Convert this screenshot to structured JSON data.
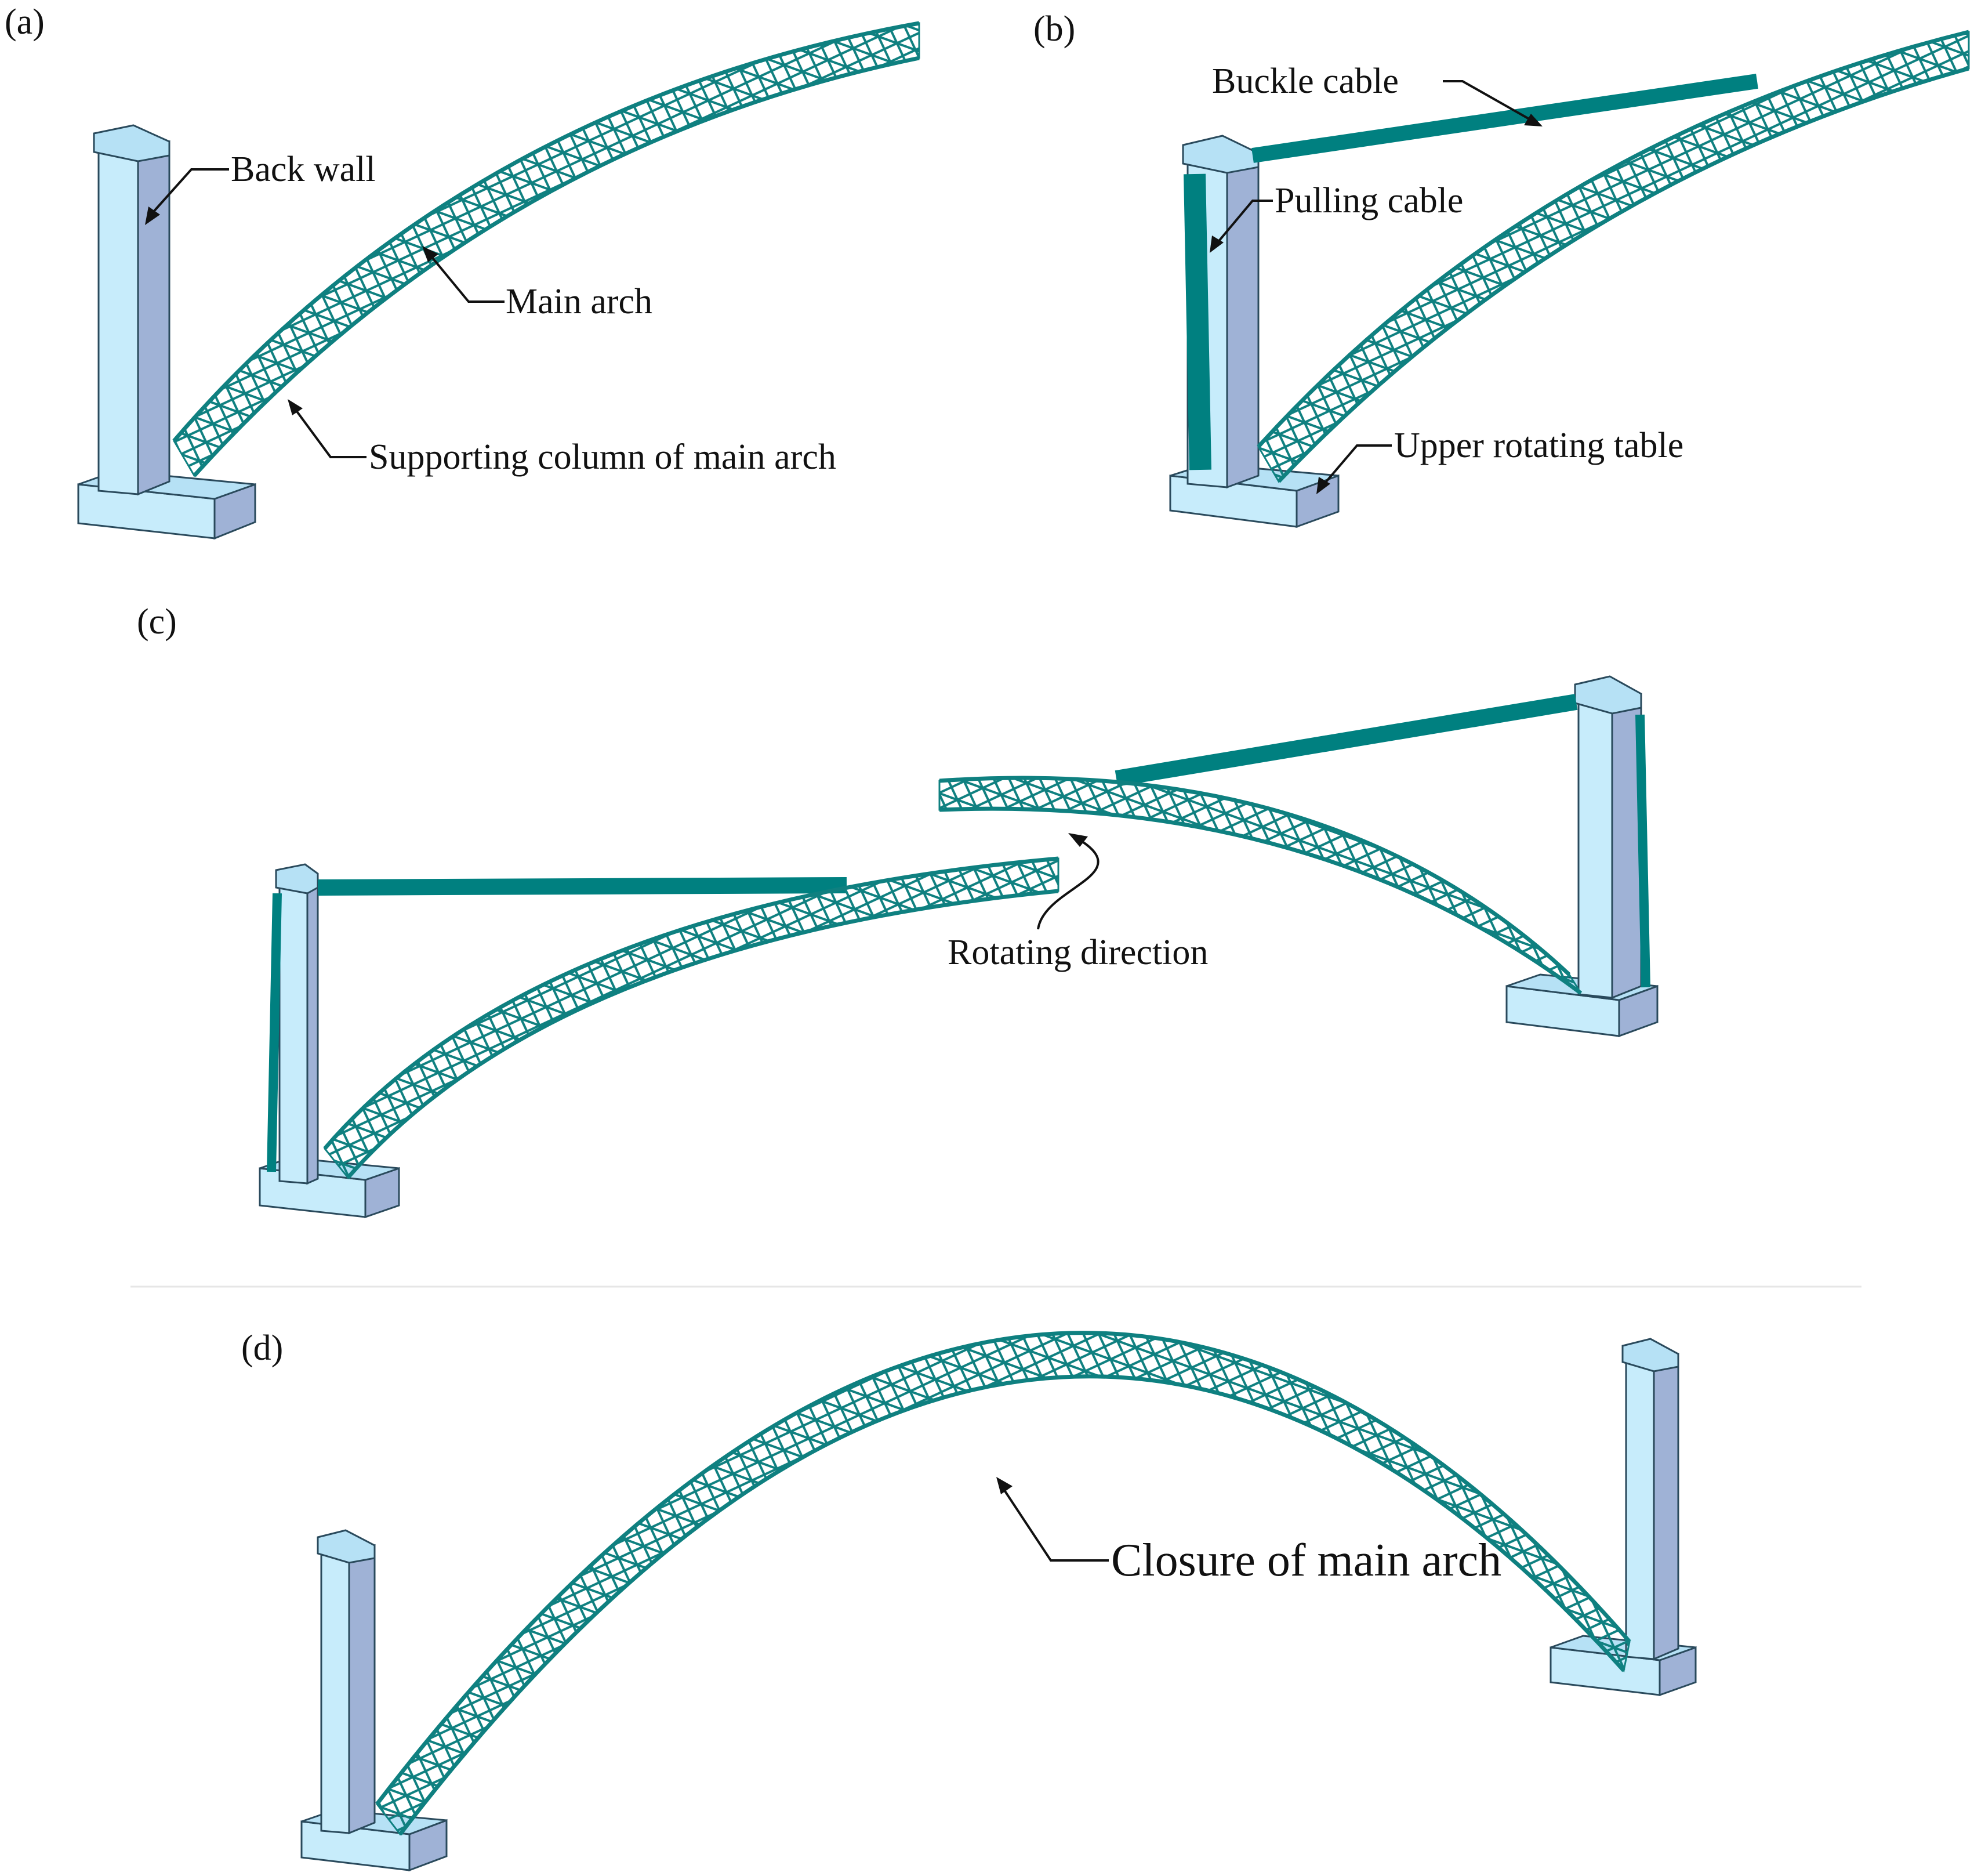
{
  "colors": {
    "pier_front": "#c7ecfb",
    "pier_side": "#9fb2d6",
    "pier_top": "#b6e1f5",
    "arch_truss": "#0f8080",
    "cable": "#008080",
    "text": "#111111"
  },
  "panels": {
    "a": {
      "letter": "(a)",
      "labels": {
        "back_wall": "Back wall",
        "main_arch": "Main arch",
        "supporting_column": "Supporting column of main arch"
      }
    },
    "b": {
      "letter": "(b)",
      "labels": {
        "buckle_cable": "Buckle cable",
        "pulling_cable": "Pulling cable",
        "upper_rotating_table": "Upper rotating table"
      }
    },
    "c": {
      "letter": "(c)",
      "labels": {
        "rotating_direction": "Rotating direction"
      }
    },
    "d": {
      "letter": "(d)",
      "labels": {
        "closure": "Closure of main arch"
      }
    }
  }
}
